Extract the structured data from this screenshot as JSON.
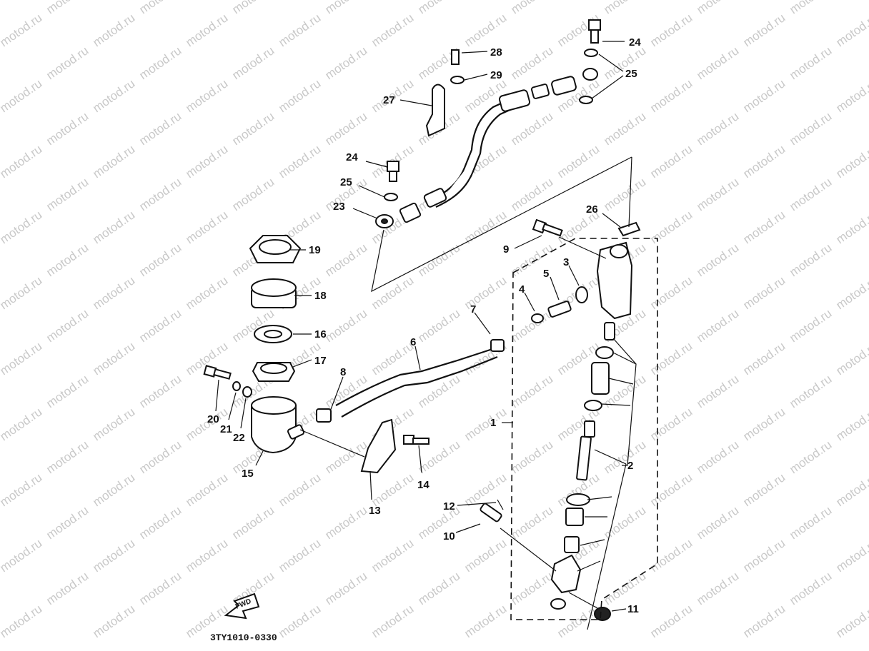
{
  "watermark": "motod.ru",
  "diagram_code": "3TY1010-0330",
  "fwd_label": "FWD",
  "labels": {
    "l1": "1",
    "l2": "2",
    "l3": "3",
    "l4": "4",
    "l5": "5",
    "l6": "6",
    "l7": "7",
    "l8": "8",
    "l9": "9",
    "l10": "10",
    "l11": "11",
    "l12": "12",
    "l13": "13",
    "l14": "14",
    "l15": "15",
    "l16": "16",
    "l17": "17",
    "l18": "18",
    "l19": "19",
    "l20": "20",
    "l21": "21",
    "l22": "22",
    "l23": "23",
    "l24a": "24",
    "l24b": "24",
    "l25a": "25",
    "l25b": "25",
    "l26": "26",
    "l27": "27",
    "l28": "28",
    "l29": "29"
  }
}
